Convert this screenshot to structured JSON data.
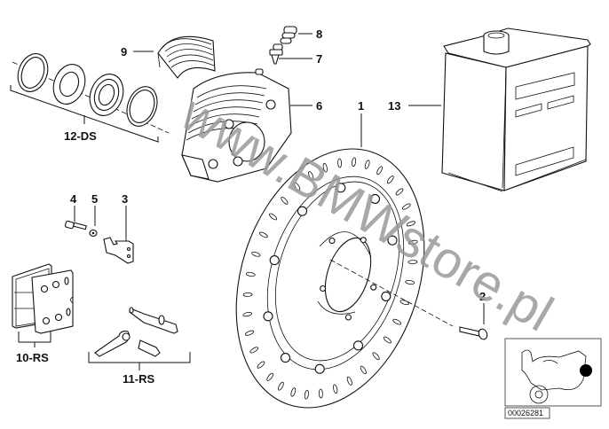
{
  "diagram": {
    "watermark": "www.BMWstore.pl",
    "image_code": "00026281",
    "callouts": [
      {
        "id": "1",
        "text": "1",
        "part": "brake-disc"
      },
      {
        "id": "2",
        "text": "2",
        "part": "disc-bolt"
      },
      {
        "id": "3",
        "text": "3",
        "part": "bracket"
      },
      {
        "id": "4",
        "text": "4",
        "part": "screw"
      },
      {
        "id": "5",
        "text": "5",
        "part": "washer"
      },
      {
        "id": "6",
        "text": "6",
        "part": "brake-caliper"
      },
      {
        "id": "7",
        "text": "7",
        "part": "bleed-valve"
      },
      {
        "id": "8",
        "text": "8",
        "part": "bleed-cap"
      },
      {
        "id": "9",
        "text": "9",
        "part": "dust-cover"
      },
      {
        "id": "10",
        "text": "10-RS",
        "part": "brake-pads-repair-set"
      },
      {
        "id": "11",
        "text": "11-RS",
        "part": "pin-repair-set"
      },
      {
        "id": "12",
        "text": "12-DS",
        "part": "seal-kit"
      },
      {
        "id": "13",
        "text": "13",
        "part": "brake-fluid-can"
      }
    ]
  }
}
